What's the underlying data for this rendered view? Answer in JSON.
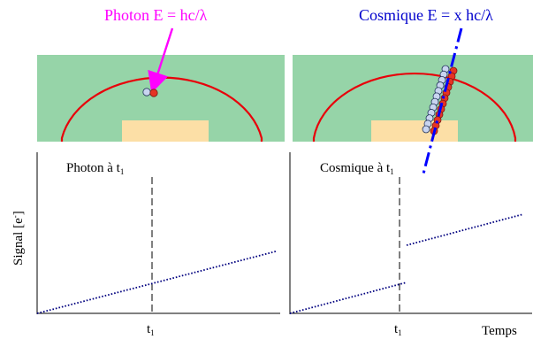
{
  "left_panel": {
    "top_label": "Photon E = hc/λ",
    "top_label_color": "#ff00ff",
    "plot_title_prefix": "Photon à t",
    "plot_title_sub": "1",
    "x_tick_main": "t",
    "x_tick_sub": "1"
  },
  "right_panel": {
    "top_label": "Cosmique E = x hc/λ",
    "top_label_color": "#0000cc",
    "plot_title_prefix": "Cosmique à t",
    "plot_title_sub": "1",
    "x_tick_main": "t",
    "x_tick_sub": "1"
  },
  "axes": {
    "y_label_prefix": "Signal [e",
    "y_label_sup": "-",
    "y_label_suffix": "]",
    "x_label": "Temps"
  },
  "colors": {
    "detector_background": "#96d4a8",
    "detector_pad": "#fcdfa6",
    "arc": "#e8000a",
    "signal_line": "#00007f",
    "charge_red": "#e63323",
    "charge_blue": "#c9d5f0",
    "track": "#0000ff"
  },
  "chart_data": [
    {
      "type": "line",
      "title": "Photon à t1",
      "xlabel": "",
      "ylabel": "Signal [e-]",
      "series": [
        {
          "x": [
            0,
            1
          ],
          "y": [
            0,
            1
          ]
        }
      ],
      "vertical_marker": {
        "x": 0.5,
        "label": "t1",
        "style": "dashed"
      }
    },
    {
      "type": "line",
      "title": "Cosmique à t1",
      "xlabel": "Temps",
      "ylabel": "",
      "series": [
        {
          "x": [
            0,
            0.5
          ],
          "y": [
            0,
            0.5
          ]
        },
        {
          "x": [
            0.5,
            1
          ],
          "y": [
            1.1,
            1.6
          ]
        }
      ],
      "vertical_marker": {
        "x": 0.5,
        "label": "t1",
        "style": "dashed"
      }
    }
  ]
}
